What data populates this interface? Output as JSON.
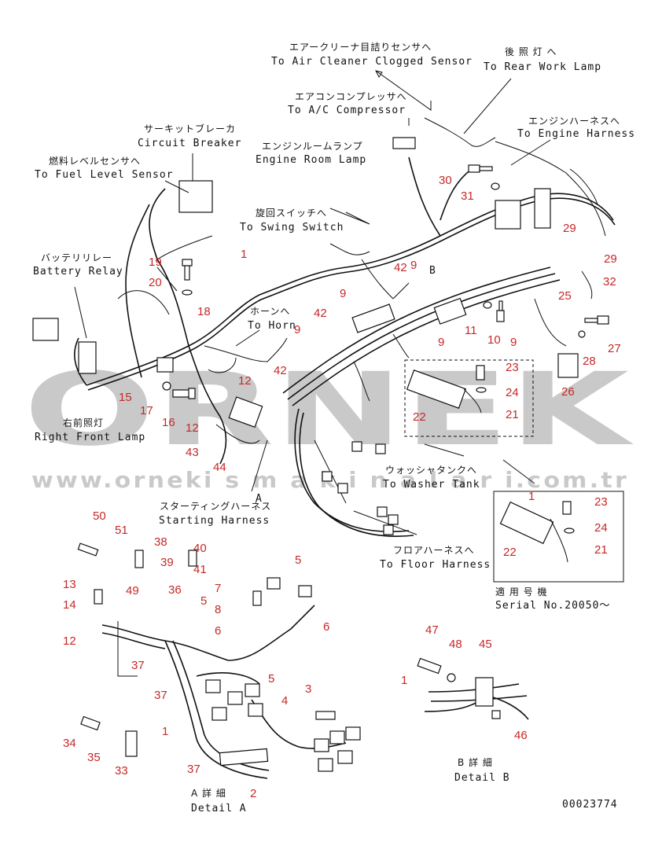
{
  "watermark": {
    "logo": "ORNEK",
    "url": "www.orneki s m a k i n a l a r i.com.tr"
  },
  "drawing_number": "00023774",
  "destinations": {
    "air_cleaner_jp": "エアークリーナ目詰りセンサへ",
    "air_cleaner_en": "To Air Cleaner Clogged Sensor",
    "rear_lamp_jp": "後 照 灯 へ",
    "rear_lamp_en": "To Rear Work Lamp",
    "ac_comp_jp": "エアコンコンプレッサへ",
    "ac_comp_en": "To A/C Compressor",
    "engine_harness_jp": "エンジンハーネスへ",
    "engine_harness_en": "To Engine Harness",
    "engine_room_lamp_jp": "エンジンルームランプ",
    "engine_room_lamp_en": "Engine Room Lamp",
    "circuit_breaker_jp": "サーキットブレーカ",
    "circuit_breaker_en": "Circuit Breaker",
    "fuel_sensor_jp": "燃料レベルセンサへ",
    "fuel_sensor_en": "To Fuel Level Sensor",
    "swing_switch_jp": "旋回スイッチへ",
    "swing_switch_en": "To Swing Switch",
    "battery_relay_jp": "バッテリリレー",
    "battery_relay_en": "Battery Relay",
    "horn_jp": "ホーンへ",
    "horn_en": "To Horn",
    "right_front_lamp_jp": "右前照灯",
    "right_front_lamp_en": "Right Front Lamp",
    "washer_tank_jp": "ウォッシャタンクへ",
    "washer_tank_en": "To Washer Tank",
    "starting_harness_jp": "スターティングハーネス",
    "starting_harness_en": "Starting Harness",
    "floor_harness_jp": "フロアハーネスへ",
    "floor_harness_en": "To Floor Harness"
  },
  "views": {
    "marker_a": "A",
    "marker_b": "B",
    "serial_jp": "適 用 号 機",
    "serial_en": "Serial No.20050～",
    "detail_a_jp": "A 詳 細",
    "detail_a_en": "Detail A",
    "detail_b_jp": "B 詳 細",
    "detail_b_en": "Detail B"
  },
  "callouts_main": [
    "1",
    "9",
    "9",
    "9",
    "9",
    "9",
    "10",
    "11",
    "12",
    "12",
    "15",
    "16",
    "17",
    "18",
    "19",
    "20",
    "21",
    "22",
    "23",
    "24",
    "25",
    "26",
    "27",
    "28",
    "29",
    "29",
    "30",
    "31",
    "32",
    "42",
    "42",
    "42",
    "43",
    "44"
  ],
  "callouts_serial": [
    "1",
    "21",
    "22",
    "23",
    "24"
  ],
  "callouts_detail_a": [
    "1",
    "2",
    "3",
    "4",
    "5",
    "5",
    "5",
    "6",
    "6",
    "7",
    "8",
    "12",
    "13",
    "14",
    "33",
    "34",
    "35",
    "36",
    "37",
    "37",
    "37",
    "38",
    "39",
    "40",
    "41",
    "49",
    "50",
    "51"
  ],
  "callouts_detail_b": [
    "1",
    "45",
    "46",
    "47",
    "48"
  ]
}
